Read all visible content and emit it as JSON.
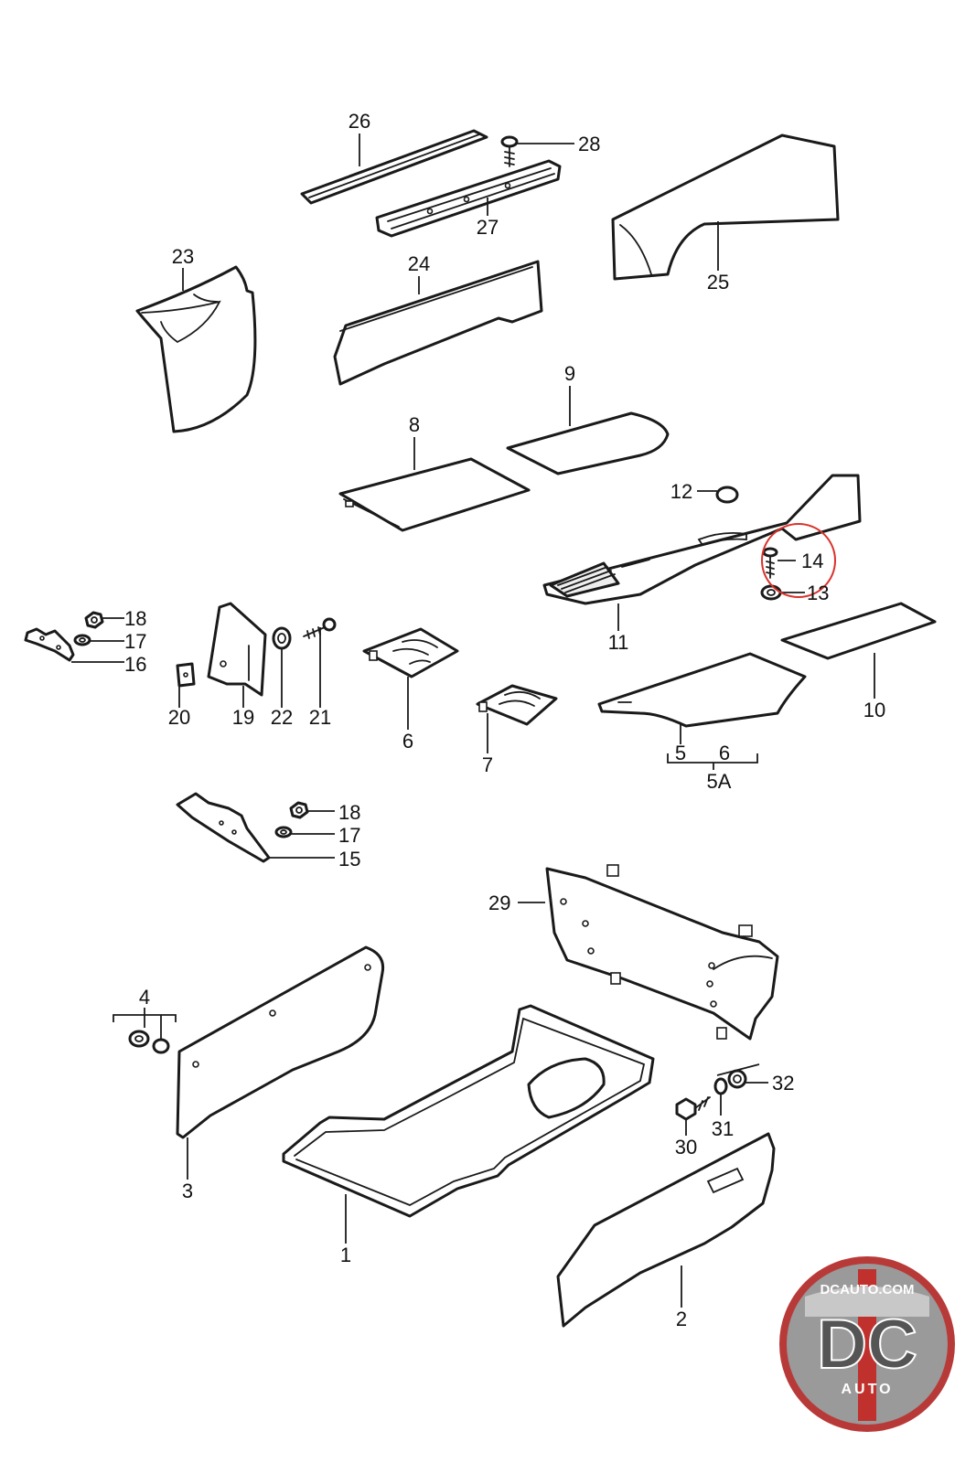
{
  "diagram": {
    "callouts": [
      "26",
      "28",
      "27",
      "23",
      "24",
      "25",
      "9",
      "8",
      "12",
      "14",
      "13",
      "11",
      "18",
      "17",
      "16",
      "20",
      "19",
      "22",
      "21",
      "6",
      "7",
      "10",
      "5",
      "6",
      "5A",
      "18",
      "17",
      "15",
      "29",
      "4",
      "32",
      "31",
      "30",
      "3",
      "1",
      "2"
    ]
  },
  "highlight": {
    "color": "#d9322b",
    "target": "14"
  },
  "logo": {
    "top_text": "DCAUTO.COM",
    "main_text": "DC",
    "bottom_text": "AUTO",
    "colors": {
      "ring": "#b83a38",
      "plate": "#8a8a8a",
      "stripe": "#c0312e"
    }
  }
}
